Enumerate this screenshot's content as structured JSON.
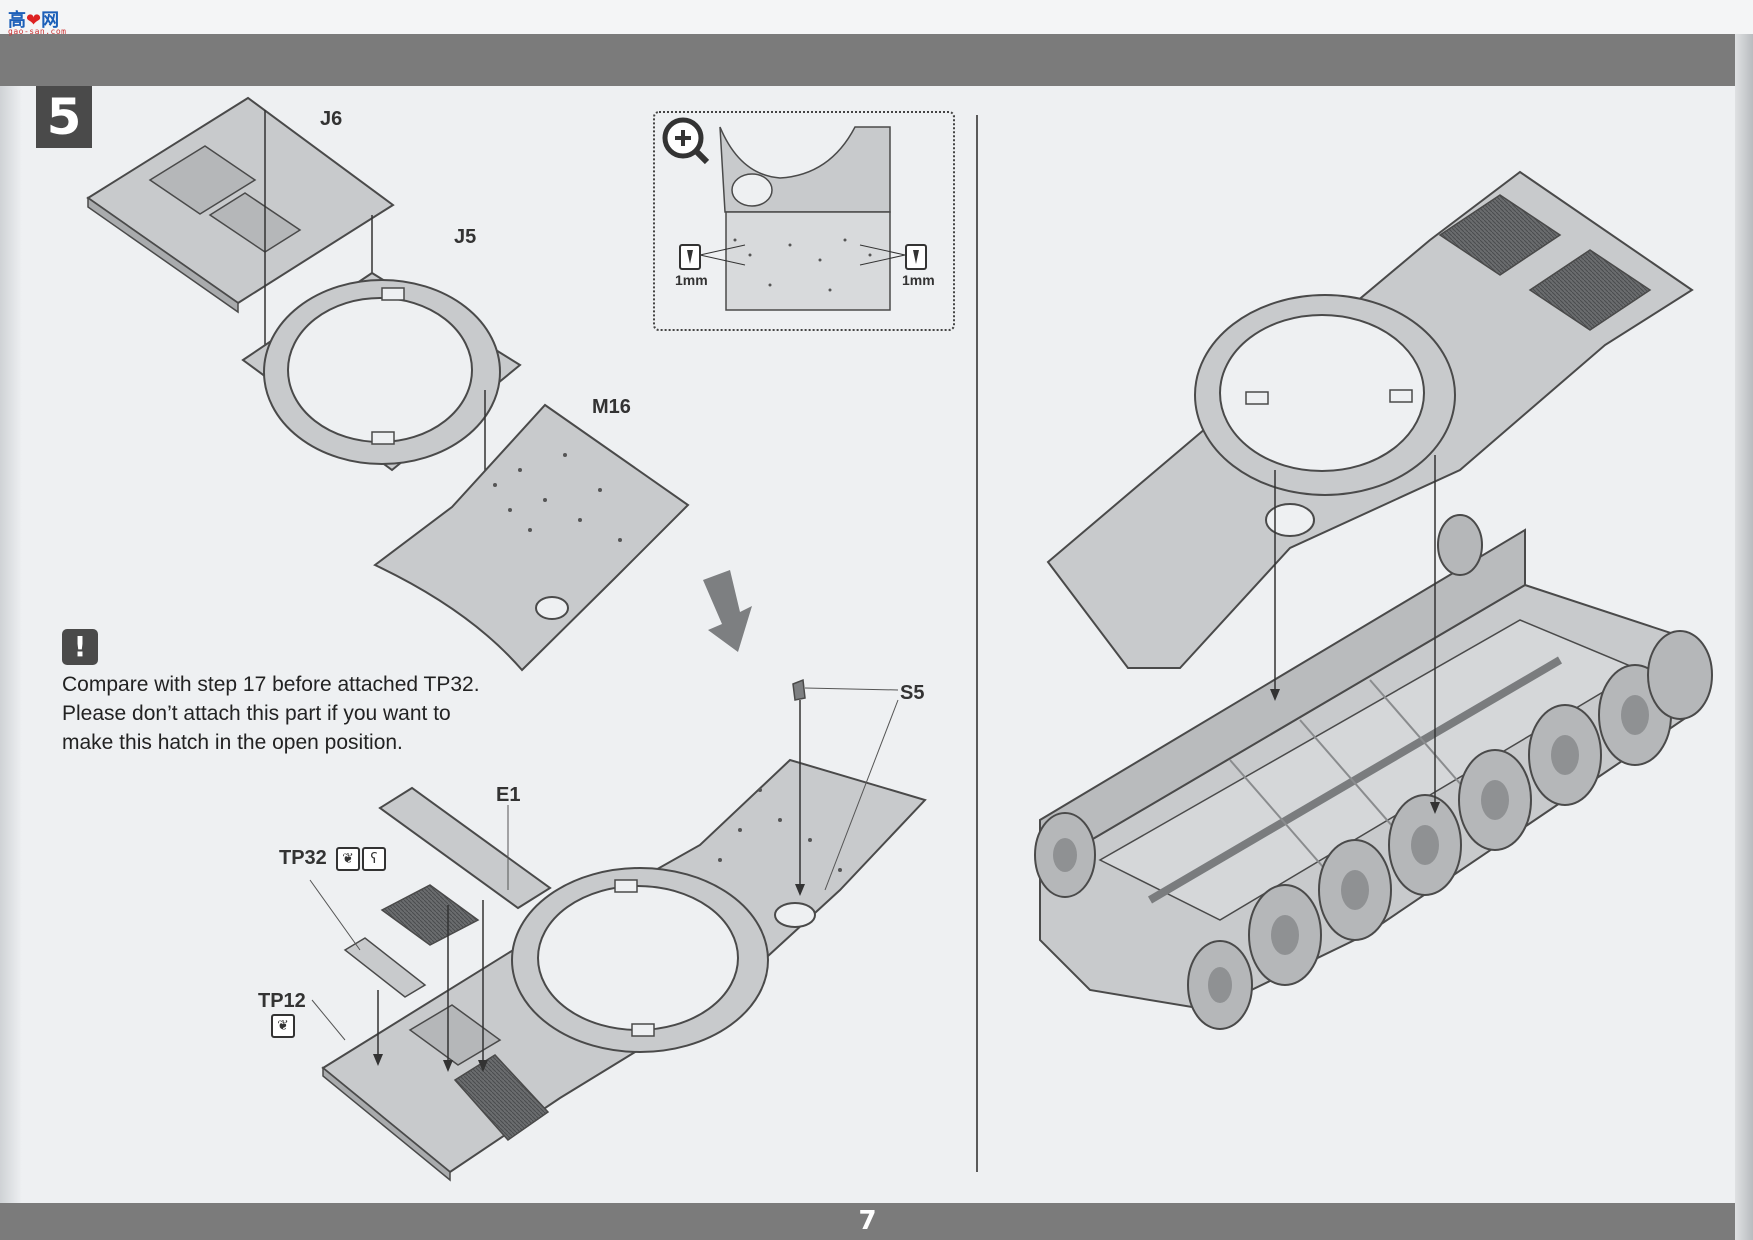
{
  "watermark": {
    "text": "高",
    "mark": "❤",
    "text2": "网",
    "sub": "gao-san.com"
  },
  "step": {
    "number": "5"
  },
  "parts": {
    "j6": "J6",
    "j5": "J5",
    "m16": "M16",
    "s5": "S5",
    "e1": "E1",
    "tp32": "TP32",
    "tp12": "TP12"
  },
  "detail": {
    "left_measure": "1mm",
    "right_measure": "1mm",
    "zoom_icon": "magnify-plus-icon"
  },
  "note": {
    "icon": "!",
    "lines": [
      "Compare with step 17 before attached TP32.",
      "Please don’t attach this part if you want to",
      "make this hatch in the open position."
    ]
  },
  "icons": {
    "glue": "❦",
    "bend": "ʕ"
  },
  "footer": {
    "page_number": "7"
  },
  "colors": {
    "bar": "#7b7b7b",
    "part_fill": "#c8cacc",
    "part_line": "#4a4a4a",
    "paper": "#eef0f2"
  }
}
